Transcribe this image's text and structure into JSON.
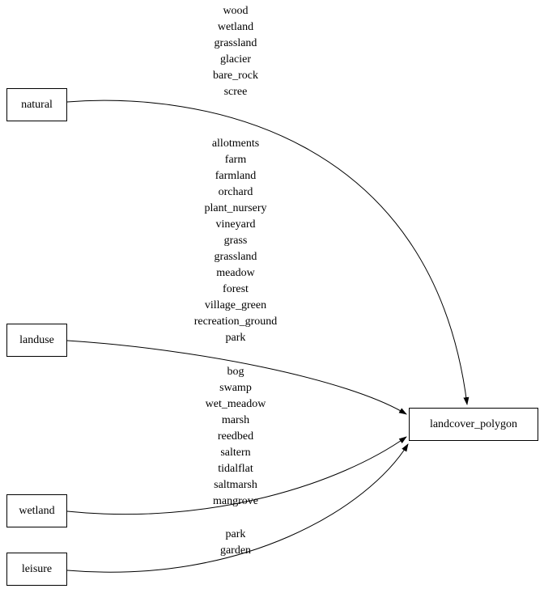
{
  "diagram": {
    "nodes": {
      "natural": {
        "label": "natural"
      },
      "landuse": {
        "label": "landuse"
      },
      "wetland": {
        "label": "wetland"
      },
      "leisure": {
        "label": "leisure"
      },
      "landcover_polygon": {
        "label": "landcover_polygon"
      }
    },
    "edges": [
      {
        "from": "natural",
        "to": "landcover_polygon",
        "values": [
          "wood",
          "wetland",
          "grassland",
          "glacier",
          "bare_rock",
          "scree"
        ]
      },
      {
        "from": "landuse",
        "to": "landcover_polygon",
        "values": [
          "allotments",
          "farm",
          "farmland",
          "orchard",
          "plant_nursery",
          "vineyard",
          "grass",
          "grassland",
          "meadow",
          "forest",
          "village_green",
          "recreation_ground",
          "park"
        ]
      },
      {
        "from": "wetland",
        "to": "landcover_polygon",
        "values": [
          "bog",
          "swamp",
          "wet_meadow",
          "marsh",
          "reedbed",
          "saltern",
          "tidalflat",
          "saltmarsh",
          "mangrove"
        ]
      },
      {
        "from": "leisure",
        "to": "landcover_polygon",
        "values": [
          "park",
          "garden"
        ]
      }
    ],
    "colors": {
      "stroke": "#000000",
      "background": "#ffffff"
    }
  }
}
